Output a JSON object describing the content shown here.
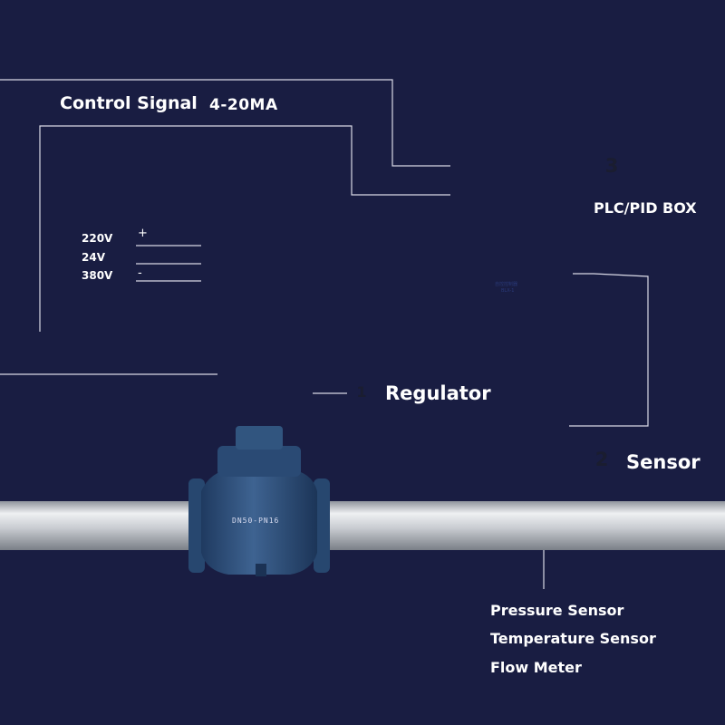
{
  "diagram": {
    "control_signal": {
      "label": "Control Signal",
      "value": "4-20MA"
    },
    "voltages": [
      {
        "label": "220V",
        "sign": "+"
      },
      {
        "label": "24V",
        "sign": ""
      },
      {
        "label": "380V",
        "sign": "-"
      }
    ],
    "components": [
      {
        "number": "1",
        "label": "Regulator"
      },
      {
        "number": "2",
        "label": "Sensor"
      },
      {
        "number": "3",
        "label": "PLC/PID BOX"
      }
    ],
    "sensor_types": [
      "Pressure Sensor",
      "Temperature Sensor",
      "Flow Meter"
    ],
    "plc_nameplate": {
      "line1": "自控控制器",
      "line2": "BLX-1"
    },
    "valve_body_marking": "DN50-PN16",
    "colors": {
      "background": "#191d42",
      "wire": "#d9d9e6",
      "actuator": "#1c7f8c",
      "valve_body": "#2f4f7a",
      "pipe": "#d4d7dc",
      "plc_box": "#dedcd2",
      "indicator_red": "#e02020"
    }
  }
}
